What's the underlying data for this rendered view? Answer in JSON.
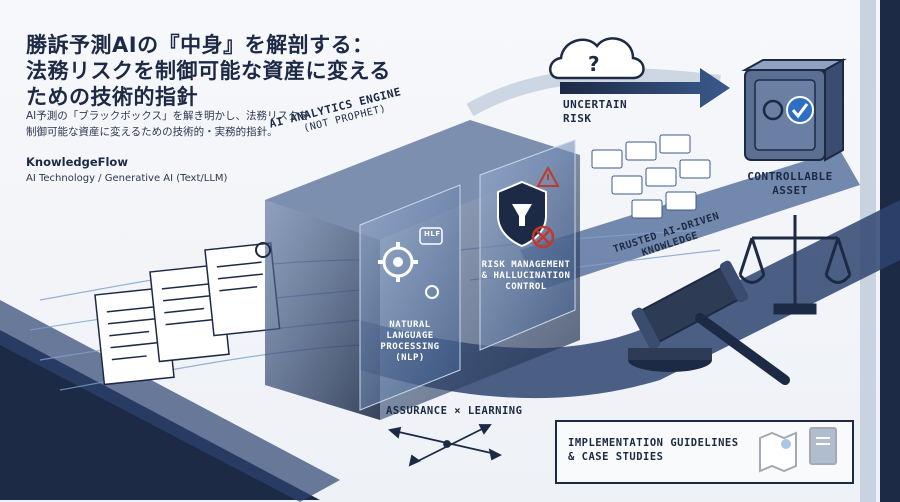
{
  "title_lines": [
    "勝訴予測AIの『中身』を解剖する：",
    "法務リスクを制御可能な資産に変える",
    "ための技術的指針"
  ],
  "subtitle_lines": [
    "AI予測の「ブラックボックス」を解き明かし、法務リスクを",
    "制御可能な資産に変えるための技術的・実務的指針。"
  ],
  "brand": "KnowledgeFlow",
  "category": "AI Technology / Generative AI (Text/LLM)",
  "engine": {
    "line1": "AI ANALYTICS ENGINE",
    "line2": "(NOT PROPHET)"
  },
  "nlp": [
    "NATURAL",
    "LANGUAGE",
    "PROCESSING",
    "(NLP)"
  ],
  "risk_control": [
    "RISK MANAGEMENT",
    "& HALLUCINATION",
    "CONTROL"
  ],
  "uncertain": [
    "UNCERTAIN",
    "RISK"
  ],
  "controllable": [
    "CONTROLLABLE",
    "ASSET"
  ],
  "trusted": [
    "TRUSTED AI-DRIVEN",
    "KNOWLEDGE"
  ],
  "assurance": "ASSURANCE × LEARNING",
  "implementation": [
    "IMPLEMENTATION GUIDELINES",
    "& CASE STUDIES"
  ],
  "chat_bubble": "HLF",
  "uncertain_symbol": "?",
  "colors": {
    "navy": "#1d2a45",
    "accent": "#3a5a8c",
    "light": "#eef1f6",
    "warning": "#c0392b"
  }
}
